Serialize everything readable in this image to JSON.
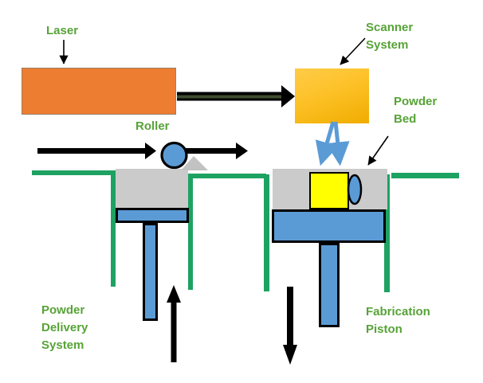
{
  "diagram": {
    "subject": "Selective Laser Sintering process schematic",
    "labels": {
      "laser": {
        "text": "Laser"
      },
      "roller": {
        "text": "Roller"
      },
      "scanner_system": {
        "lines": [
          "Scanner",
          "System"
        ]
      },
      "powder_bed": {
        "lines": [
          "Powder",
          "Bed"
        ]
      },
      "powder_delivery_system": {
        "lines": [
          "Powder",
          "Delivery",
          "System"
        ]
      },
      "fabrication_piston": {
        "lines": [
          "Fabrication",
          "Piston"
        ]
      }
    },
    "colors": {
      "label_text_green": "#57A337",
      "frame_green": "#1DA262",
      "laser_box_orange": "#ED7D31",
      "scanner_gold_top": "#FFCC49",
      "scanner_gold_bottom": "#F0AC00",
      "piston_blue": "#5B9BD5",
      "powder_gray": "#CBCBCB",
      "part_yellow": "#FFFF00",
      "beam_core_green": "#3F4D2E",
      "arrow_black": "#000000"
    }
  }
}
